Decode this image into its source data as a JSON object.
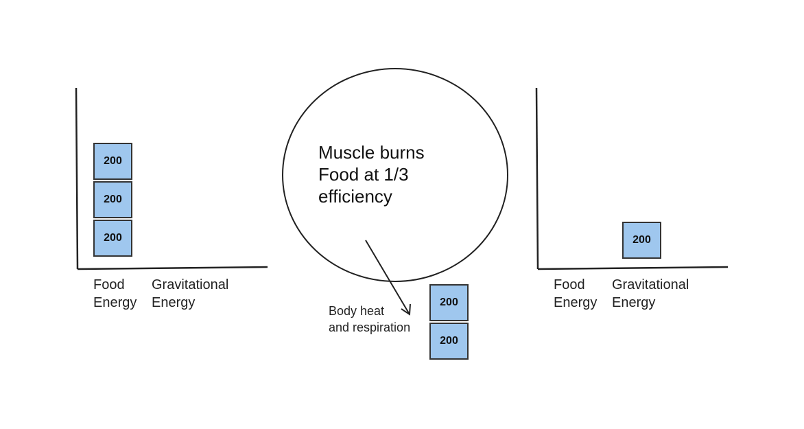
{
  "left_chart": {
    "food_label_1": "Food",
    "food_label_2": "Energy",
    "grav_label_1": "Gravitational",
    "grav_label_2": "Energy",
    "food_blocks": [
      "200",
      "200",
      "200"
    ],
    "grav_blocks": []
  },
  "process": {
    "line_1": "Muscle burns",
    "line_2": "Food at 1/3",
    "line_3": "efficiency",
    "loss_label_1": "Body heat",
    "loss_label_2": "and respiration",
    "loss_blocks": [
      "200",
      "200"
    ]
  },
  "right_chart": {
    "food_label_1": "Food",
    "food_label_2": "Energy",
    "grav_label_1": "Gravitational",
    "grav_label_2": "Energy",
    "food_blocks": [],
    "grav_blocks": [
      "200"
    ]
  },
  "colors": {
    "block_fill": "#9fc7ee",
    "stroke": "#222222"
  }
}
